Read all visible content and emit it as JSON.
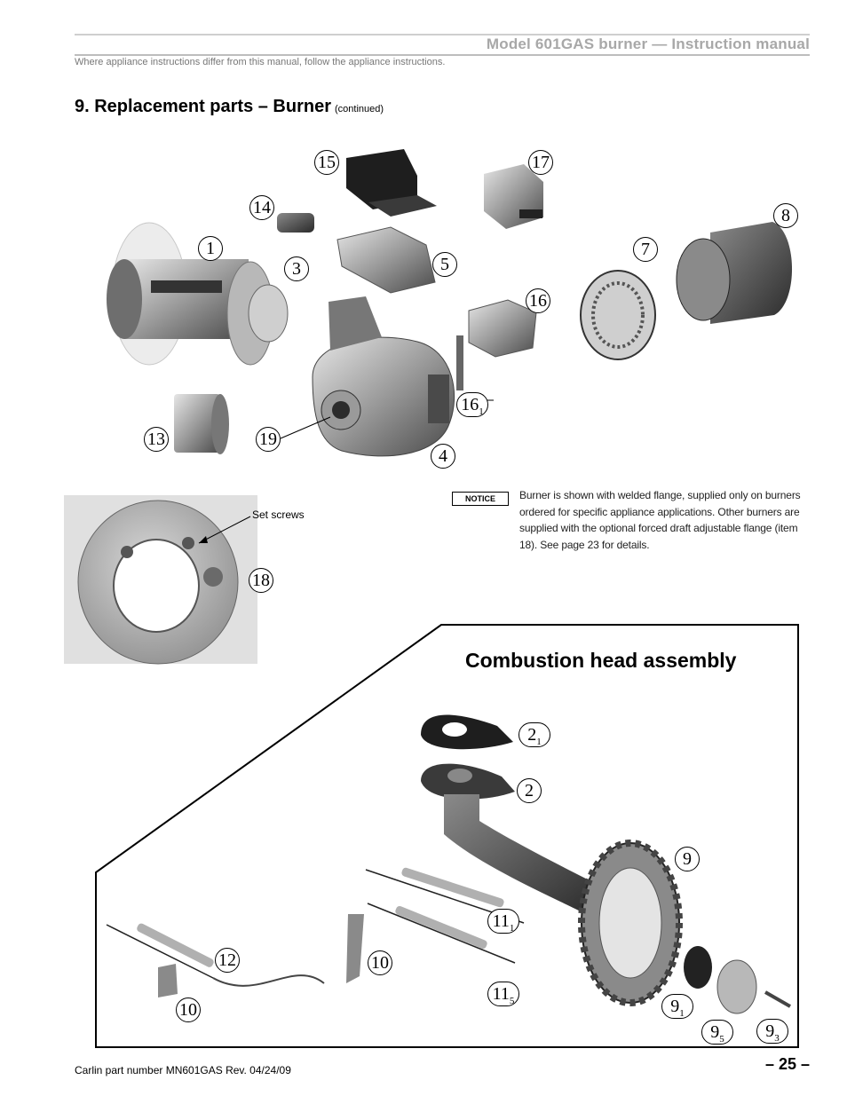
{
  "header": {
    "title": "Model 601GAS burner — Instruction manual",
    "note": "Where appliance instructions differ from this manual, follow the appliance instructions."
  },
  "section": {
    "title": "9.  Replacement parts – Burner",
    "continued": "(continued)"
  },
  "callouts": {
    "c1": "1",
    "c3": "3",
    "c4": "4",
    "c5": "5",
    "c7": "7",
    "c8": "8",
    "c13": "13",
    "c14": "14",
    "c15": "15",
    "c16": "16",
    "c16b": "16",
    "c16b_sub": "1",
    "c17": "17",
    "c18": "18",
    "c19": "19",
    "c2": "2",
    "c2b": "2",
    "c2b_sub": "1",
    "c9": "9",
    "c9a": "9",
    "c9a_sub": "1",
    "c9b": "9",
    "c9b_sub": "5",
    "c9c": "9",
    "c9c_sub": "3",
    "c10a": "10",
    "c10b": "10",
    "c11a": "11",
    "c11a_sub": "1",
    "c11b": "11",
    "c11b_sub": "5",
    "c12": "12"
  },
  "notice": {
    "badge": "NOTICE",
    "text": "Burner is shown with welded flange, supplied only on burners ordered for specific appliance applications. Other burners are supplied with the optional forced draft adjustable flange (item 18). See page 23 for details."
  },
  "flange_label": "Set screws",
  "combustion_head": {
    "title": "Combustion head assembly"
  },
  "footer": {
    "part_number": "Carlin part number MN601GAS Rev. 04/24/09",
    "page": "– 25 –"
  }
}
